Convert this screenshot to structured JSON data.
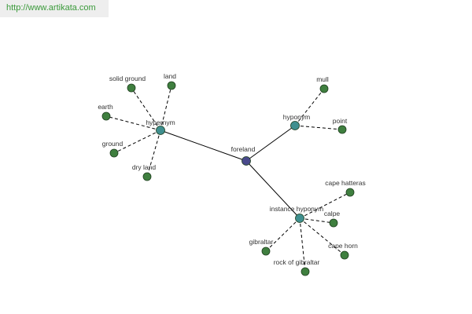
{
  "url_banner": {
    "text": "http://www.artikata.com",
    "text_color": "#3a9a3a",
    "background": "#eeeeee"
  },
  "graph": {
    "colors": {
      "center_node": "#4a4a8c",
      "hub_node": "#3f8f8f",
      "leaf_node": "#3f7f3f",
      "node_stroke": "#1f3f1f",
      "edge": "#000000"
    },
    "nodes": [
      {
        "id": "foreland",
        "label": "foreland",
        "kind": "center"
      },
      {
        "id": "hypernym",
        "label": "hypernym",
        "kind": "hub"
      },
      {
        "id": "hyponym",
        "label": "hyponym",
        "kind": "hub"
      },
      {
        "id": "instance_hyponym",
        "label": "instance hyponym",
        "kind": "hub"
      },
      {
        "id": "solid_ground",
        "label": "solid ground",
        "kind": "leaf"
      },
      {
        "id": "land",
        "label": "land",
        "kind": "leaf"
      },
      {
        "id": "earth",
        "label": "earth",
        "kind": "leaf"
      },
      {
        "id": "ground",
        "label": "ground",
        "kind": "leaf"
      },
      {
        "id": "dry_land",
        "label": "dry land",
        "kind": "leaf"
      },
      {
        "id": "mull",
        "label": "mull",
        "kind": "leaf"
      },
      {
        "id": "point",
        "label": "point",
        "kind": "leaf"
      },
      {
        "id": "cape_hatteras",
        "label": "cape hatteras",
        "kind": "leaf"
      },
      {
        "id": "calpe",
        "label": "calpe",
        "kind": "leaf"
      },
      {
        "id": "cape_horn",
        "label": "cape horn",
        "kind": "leaf"
      },
      {
        "id": "gibraltar",
        "label": "gibraltar",
        "kind": "leaf"
      },
      {
        "id": "rock_of_gibraltar",
        "label": "rock of gibraltar",
        "kind": "leaf"
      }
    ],
    "edges": [
      {
        "from": "foreland",
        "to": "hypernym",
        "style": "solid"
      },
      {
        "from": "foreland",
        "to": "hyponym",
        "style": "solid"
      },
      {
        "from": "foreland",
        "to": "instance_hyponym",
        "style": "solid"
      },
      {
        "from": "hypernym",
        "to": "solid_ground",
        "style": "dashed"
      },
      {
        "from": "hypernym",
        "to": "land",
        "style": "dashed"
      },
      {
        "from": "hypernym",
        "to": "earth",
        "style": "dashed"
      },
      {
        "from": "hypernym",
        "to": "ground",
        "style": "dashed"
      },
      {
        "from": "hypernym",
        "to": "dry_land",
        "style": "dashed"
      },
      {
        "from": "hyponym",
        "to": "mull",
        "style": "dashed"
      },
      {
        "from": "hyponym",
        "to": "point",
        "style": "dashed"
      },
      {
        "from": "instance_hyponym",
        "to": "cape_hatteras",
        "style": "dashed"
      },
      {
        "from": "instance_hyponym",
        "to": "calpe",
        "style": "dashed"
      },
      {
        "from": "instance_hyponym",
        "to": "cape_horn",
        "style": "dashed"
      },
      {
        "from": "instance_hyponym",
        "to": "gibraltar",
        "style": "dashed"
      },
      {
        "from": "instance_hyponym",
        "to": "rock_of_gibraltar",
        "style": "dashed"
      }
    ]
  }
}
